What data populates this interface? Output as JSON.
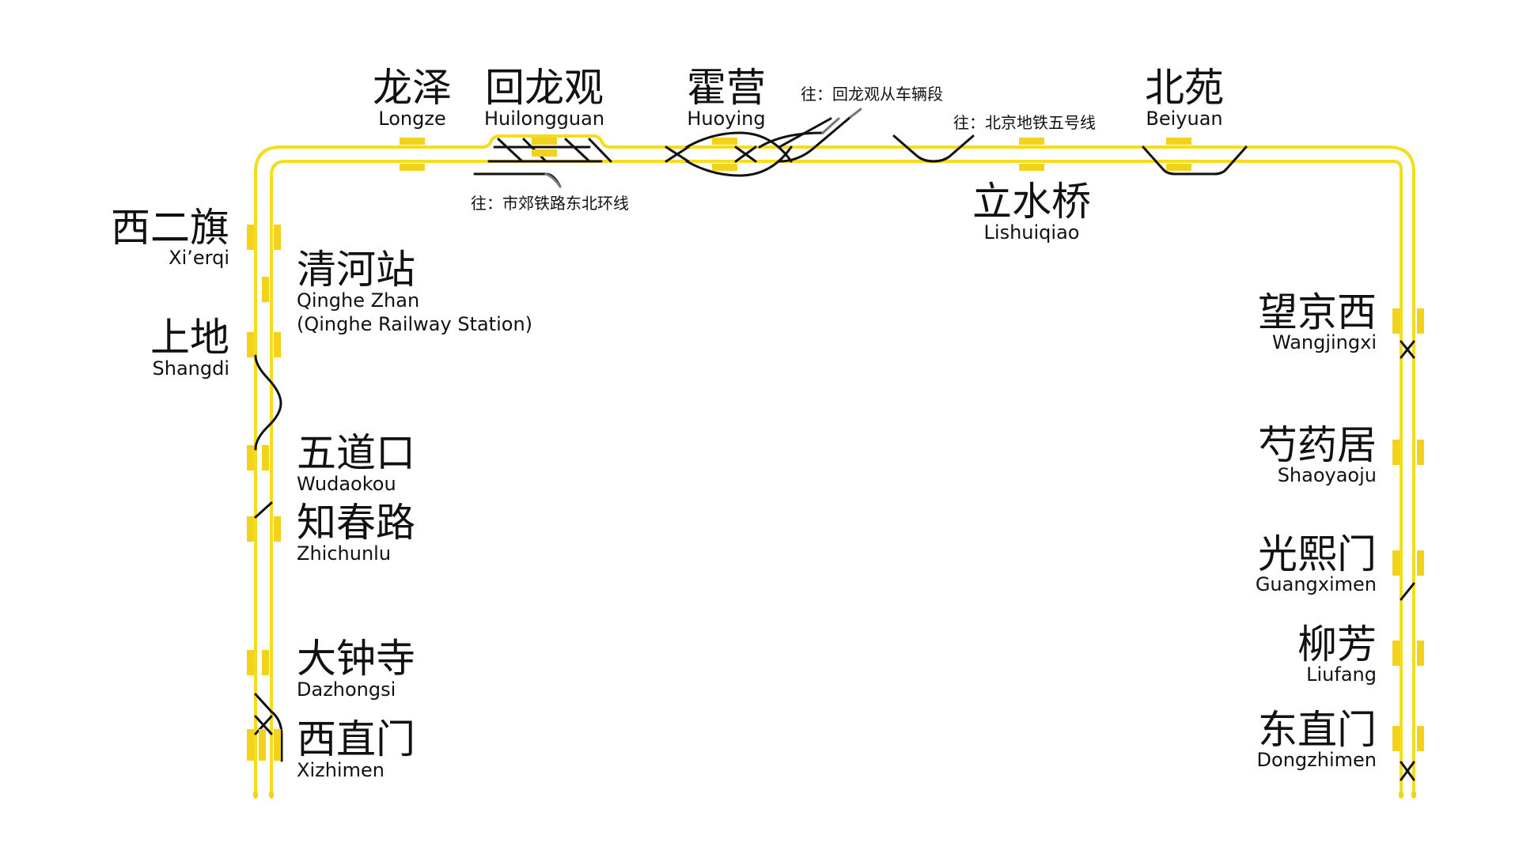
{
  "line_color": "#f5dc1e",
  "platform_color": "#f3d21b",
  "track_color": "#111111",
  "stations": [
    {
      "zh": "龙泽",
      "en": "Longze"
    },
    {
      "zh": "回龙观",
      "en": "Huilongguan"
    },
    {
      "zh": "霍营",
      "en": "Huoying"
    },
    {
      "zh": "立水桥",
      "en": "Lishuiqiao"
    },
    {
      "zh": "北苑",
      "en": "Beiyuan"
    },
    {
      "zh": "西二旗",
      "en": "Xi’erqi"
    },
    {
      "zh": "清河站",
      "en": "Qinghe Zhan",
      "en2": "(Qinghe Railway Station)"
    },
    {
      "zh": "上地",
      "en": "Shangdi"
    },
    {
      "zh": "五道口",
      "en": "Wudaokou"
    },
    {
      "zh": "知春路",
      "en": "Zhichunlu"
    },
    {
      "zh": "大钟寺",
      "en": "Dazhongsi"
    },
    {
      "zh": "西直门",
      "en": "Xizhimen"
    },
    {
      "zh": "望京西",
      "en": "Wangjingxi"
    },
    {
      "zh": "芍药居",
      "en": "Shaoyaoju"
    },
    {
      "zh": "光熙门",
      "en": "Guangximen"
    },
    {
      "zh": "柳芳",
      "en": "Liufang"
    },
    {
      "zh": "东直门",
      "en": "Dongzhimen"
    }
  ],
  "notes": {
    "depot": "往：回龙观从车辆段",
    "line5": "往：北京地铁五号线",
    "railway": "往：市郊铁路东北环线"
  }
}
